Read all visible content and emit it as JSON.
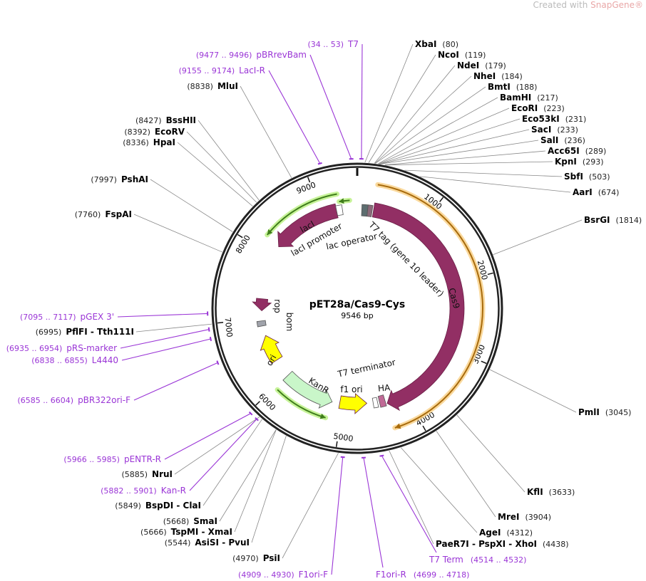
{
  "credit": {
    "prefix": "Created with ",
    "brand": "SnapGene®"
  },
  "plasmid": {
    "name": "pET28a/Cas9-Cys",
    "length_label": "9546 bp",
    "length": 9546
  },
  "ticks": [
    "1000",
    "2000",
    "3000",
    "4000",
    "5000",
    "6000",
    "7000",
    "8000",
    "9000"
  ],
  "enzymes": [
    {
      "name": "XbaI",
      "pos": "(80)",
      "bp": 80
    },
    {
      "name": "NcoI",
      "pos": "(119)",
      "bp": 119
    },
    {
      "name": "NdeI",
      "pos": "(179)",
      "bp": 179
    },
    {
      "name": "NheI",
      "pos": "(184)",
      "bp": 184
    },
    {
      "name": "BmtI",
      "pos": "(188)",
      "bp": 188
    },
    {
      "name": "BamHI",
      "pos": "(217)",
      "bp": 217
    },
    {
      "name": "EcoRI",
      "pos": "(223)",
      "bp": 223
    },
    {
      "name": "Eco53kI",
      "pos": "(231)",
      "bp": 231
    },
    {
      "name": "SacI",
      "pos": "(233)",
      "bp": 233
    },
    {
      "name": "SalI",
      "pos": "(236)",
      "bp": 236
    },
    {
      "name": "Acc65I",
      "pos": "(289)",
      "bp": 289
    },
    {
      "name": "KpnI",
      "pos": "(293)",
      "bp": 293
    },
    {
      "name": "SbfI",
      "pos": "(503)",
      "bp": 503
    },
    {
      "name": "AarI",
      "pos": "(674)",
      "bp": 674
    },
    {
      "name": "BsrGI",
      "pos": "(1814)",
      "bp": 1814
    },
    {
      "name": "PmlI",
      "pos": "(3045)",
      "bp": 3045
    },
    {
      "name": "KflI",
      "pos": "(3633)",
      "bp": 3633
    },
    {
      "name": "MreI",
      "pos": "(3904)",
      "bp": 3904
    },
    {
      "name": "AgeI",
      "pos": "(4312)",
      "bp": 4312
    },
    {
      "name": "PaeR7I  -  PspXI  -  XhoI",
      "pos": "(4438)",
      "bp": 4438
    },
    {
      "name": "PsiI",
      "pos": "(4970)",
      "bp": 4970
    },
    {
      "name": "AsiSI  -  PvuI",
      "pos": "(5544)",
      "bp": 5544
    },
    {
      "name": "TspMI  -  XmaI",
      "pos": "(5666)",
      "bp": 5666
    },
    {
      "name": "SmaI",
      "pos": "(5668)",
      "bp": 5668
    },
    {
      "name": "BspDI  -  ClaI",
      "pos": "(5849)",
      "bp": 5849
    },
    {
      "name": "NruI",
      "pos": "(5885)",
      "bp": 5885
    },
    {
      "name": "PflFI  -  Tth111I",
      "pos": "(6995)",
      "bp": 6995
    },
    {
      "name": "FspAI",
      "pos": "(7760)",
      "bp": 7760
    },
    {
      "name": "PshAI",
      "pos": "(7997)",
      "bp": 7997
    },
    {
      "name": "HpaI",
      "pos": "(8336)",
      "bp": 8336
    },
    {
      "name": "EcoRV",
      "pos": "(8392)",
      "bp": 8392
    },
    {
      "name": "BssHII",
      "pos": "(8427)",
      "bp": 8427
    },
    {
      "name": "MluI",
      "pos": "(8838)",
      "bp": 8838
    }
  ],
  "primers": [
    {
      "name": "T7",
      "range": "(34 .. 53)",
      "bp": 43
    },
    {
      "name": "pBRrevBam",
      "range": "(9477 .. 9496)",
      "bp": 9486
    },
    {
      "name": "LacI-R",
      "range": "(9155 .. 9174)",
      "bp": 9164
    },
    {
      "name": "pGEX 3'",
      "range": "(7095 .. 7117)",
      "bp": 7106
    },
    {
      "name": "pRS-marker",
      "range": "(6935 .. 6954)",
      "bp": 6944
    },
    {
      "name": "L4440",
      "range": "(6838 .. 6855)",
      "bp": 6846
    },
    {
      "name": "pBR322ori-F",
      "range": "(6585 .. 6604)",
      "bp": 6594
    },
    {
      "name": "pENTR-R",
      "range": "(5966 .. 5985)",
      "bp": 5975
    },
    {
      "name": "Kan-R",
      "range": "(5882 .. 5901)",
      "bp": 5891
    },
    {
      "name": "F1ori-F",
      "range": "(4909 .. 4930)",
      "bp": 4920
    },
    {
      "name": "F1ori-R",
      "range": "(4699 .. 4718)",
      "bp": 4708
    },
    {
      "name": "T7 Term",
      "range": "(4514 .. 4532)",
      "bp": 4523
    }
  ],
  "features": [
    {
      "name": "Cas9",
      "start": 250,
      "end": 4310,
      "dir": "fwd",
      "color": "#922f64"
    },
    {
      "name": "lacI",
      "start": 8170,
      "end": 9230,
      "dir": "rev",
      "color": "#922f64"
    },
    {
      "name": "KanR",
      "start": 5170,
      "end": 5990,
      "dir": "rev",
      "color": "#c9f6c9"
    },
    {
      "name": "ori",
      "start": 6290,
      "end": 6720,
      "dir": "fwd",
      "color": "#ffff00"
    },
    {
      "name": "f1 ori",
      "start": 4620,
      "end": 5050,
      "dir": "rev",
      "color": "#ffff00"
    },
    {
      "name": "rop",
      "start": 7120,
      "end": 7310,
      "dir": "rev",
      "color": "#922f64"
    },
    {
      "name": "bom",
      "start": 6880,
      "end": 6960,
      "dir": "none",
      "color": "#a0a3ab"
    },
    {
      "name": "lacI promoter",
      "start": 9230,
      "end": 9320,
      "dir": "none",
      "color": "#ffffff"
    },
    {
      "name": "lac operator",
      "start": 70,
      "end": 160,
      "dir": "none",
      "color": "#5d6e70"
    },
    {
      "name": "T7 tag (gene 10 leader)",
      "start": 160,
      "end": 230,
      "dir": "none",
      "color": "#8c6a7a"
    },
    {
      "name": "HA",
      "start": 4330,
      "end": 4420,
      "dir": "none",
      "color": "#c06a96"
    },
    {
      "name": "T7 terminator",
      "start": 4450,
      "end": 4520,
      "dir": "none",
      "color": "#ffffff"
    }
  ],
  "orfs": [
    {
      "start": 250,
      "end": 4310,
      "dir": "fwd",
      "color": "#a86b0c",
      "glow": "#f9cf85"
    },
    {
      "start": 8200,
      "end": 9280,
      "dir": "rev",
      "color": "#3f7d1b",
      "glow": "#b9f080"
    },
    {
      "start": 9290,
      "end": 9440,
      "dir": "rev",
      "color": "#3f7d1b",
      "glow": "#b9f080"
    },
    {
      "start": 5200,
      "end": 5950,
      "dir": "rev",
      "color": "#3f7d1b",
      "glow": "#b9f080"
    }
  ]
}
